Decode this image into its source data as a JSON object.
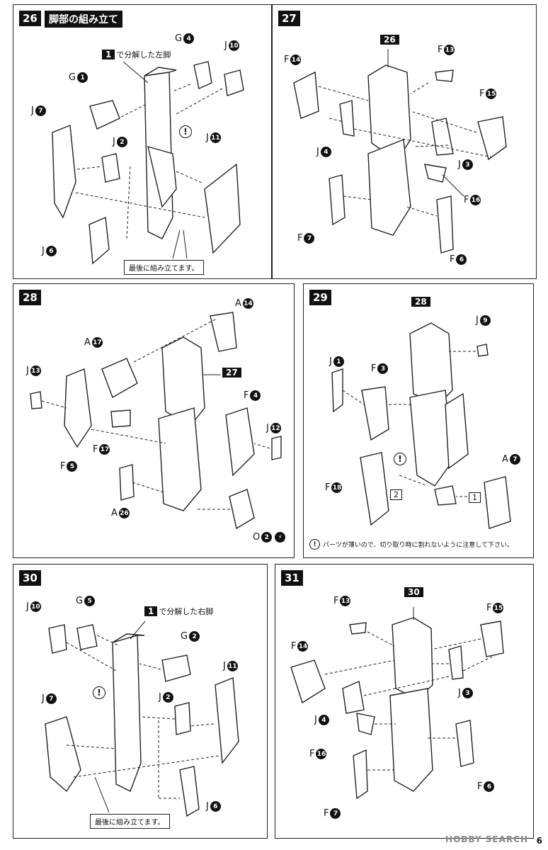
{
  "steps": [
    {
      "number": "26",
      "title": "脚部の組み立て",
      "ref_num": "1",
      "ref_text": "で分解した左脚",
      "parts": [
        "G",
        "4",
        "J",
        "10",
        "G",
        "1",
        "J",
        "7",
        "J",
        "2",
        "J",
        "11",
        "J",
        "6"
      ],
      "note": "最後に組み立てます。"
    },
    {
      "number": "27",
      "ref": "26",
      "parts": [
        "F",
        "13",
        "F",
        "14",
        "F",
        "15",
        "J",
        "4",
        "J",
        "3",
        "F",
        "16",
        "F",
        "7",
        "F",
        "6"
      ]
    },
    {
      "number": "28",
      "ref": "27",
      "parts": [
        "A",
        "14",
        "A",
        "17",
        "J",
        "13",
        "F",
        "4",
        "J",
        "12",
        "F",
        "17",
        "F",
        "5",
        "A",
        "26",
        "O",
        "2"
      ]
    },
    {
      "number": "29",
      "ref": "28",
      "parts": [
        "J",
        "9",
        "J",
        "1",
        "F",
        "3",
        "F",
        "18",
        "A",
        "7"
      ],
      "seq1": "1",
      "seq2": "2",
      "caution": "パーツが薄いので、切り取り時に割れないように注意して下さい。"
    },
    {
      "number": "30",
      "ref_num": "1",
      "ref_text": "で分解した右脚",
      "parts": [
        "J",
        "10",
        "G",
        "5",
        "G",
        "2",
        "J",
        "11",
        "J",
        "2",
        "J",
        "7",
        "J",
        "6"
      ],
      "note": "最後に組み立てます。"
    },
    {
      "number": "31",
      "ref": "30",
      "parts": [
        "F",
        "13",
        "F",
        "15",
        "F",
        "14",
        "J",
        "3",
        "J",
        "4",
        "F",
        "16",
        "F",
        "6",
        "F",
        "7"
      ]
    }
  ],
  "watermark": "HOBBY SEARCH",
  "page_number": "6"
}
